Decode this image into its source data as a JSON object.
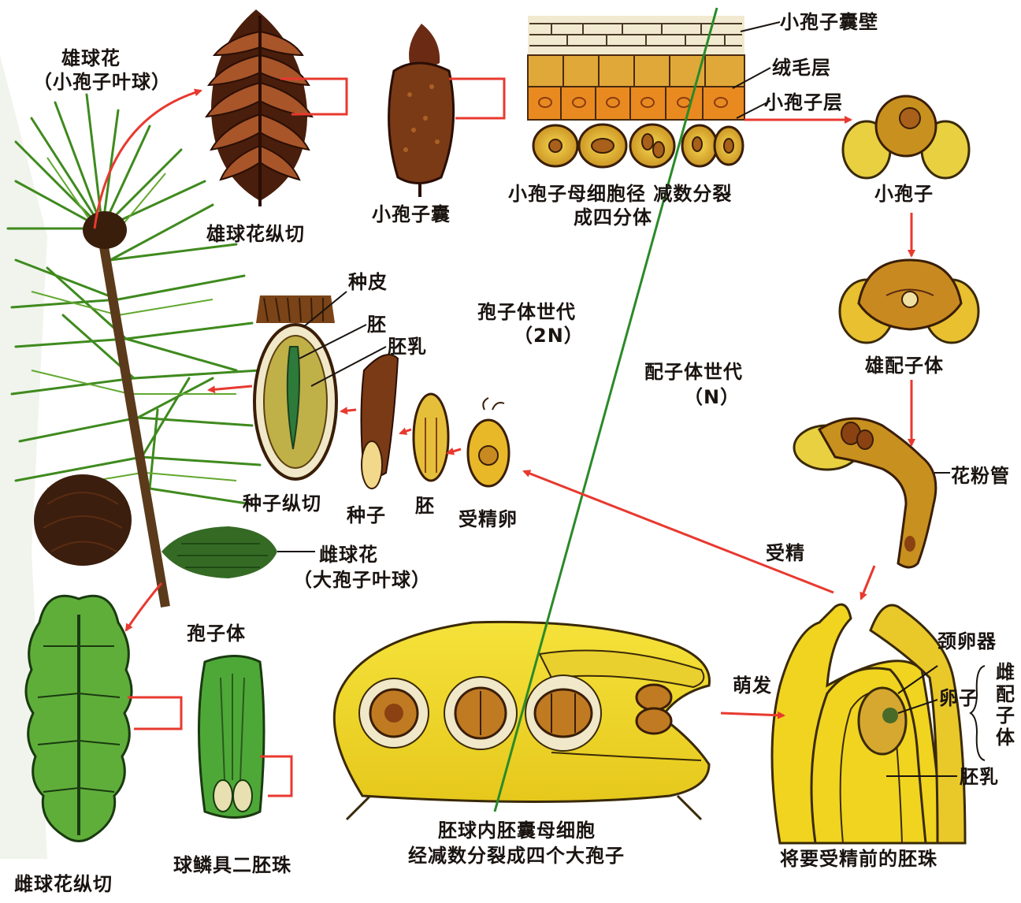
{
  "colors": {
    "arrow": "#e8392f",
    "divider_line": "#2a8a2a",
    "cone_dark": "#5a2a12",
    "cell_yellow": "#e8c030",
    "ovule_yellow": "#f2dc2c",
    "needle_green": "#3f8a1e",
    "cone_green": "#5fae3a"
  },
  "labels": {
    "male_cone": "雄球花",
    "male_cone_sub": "（小孢子叶球）",
    "male_cone_section": "雄球花纵切",
    "microsporangium": "小孢子囊",
    "microsporangium_wall": "小孢子囊壁",
    "tapetum": "绒毛层",
    "microspore_layer": "小孢子层",
    "microspore_mother_1": "小孢子母细胞径 减数分裂",
    "microspore_mother_2": "成四分体",
    "microspore": "小孢子",
    "male_gametophyte": "雄配子体",
    "pollen_tube": "花粉管",
    "seed_coat": "种皮",
    "embryo_top": "胚",
    "endosperm_top": "胚乳",
    "sporophyte_gen": "孢子体世代",
    "sporophyte_gen_ploidy": "（2N）",
    "gametophyte_gen": "配子体世代",
    "gametophyte_gen_ploidy": "（N）",
    "seed_section": "种子纵切",
    "seed": "种子",
    "embryo": "胚",
    "zygote": "受精卵",
    "fertilization": "受精",
    "female_cone": "雌球花",
    "female_cone_sub": "（大孢子叶球）",
    "sporophyte": "孢子体",
    "germination": "萌发",
    "archegonium": "颈卵器",
    "egg": "卵子",
    "female_gametophyte": "雌配子体",
    "endosperm_bottom": "胚乳",
    "female_cone_section": "雌球花纵切",
    "scale_two_ovules": "球鳞具二胚珠",
    "megaspore_1": "胚球内胚囊母细胞",
    "megaspore_2": "经减数分裂成四个大孢子",
    "ovule_before": "将要受精前的胚珠"
  }
}
